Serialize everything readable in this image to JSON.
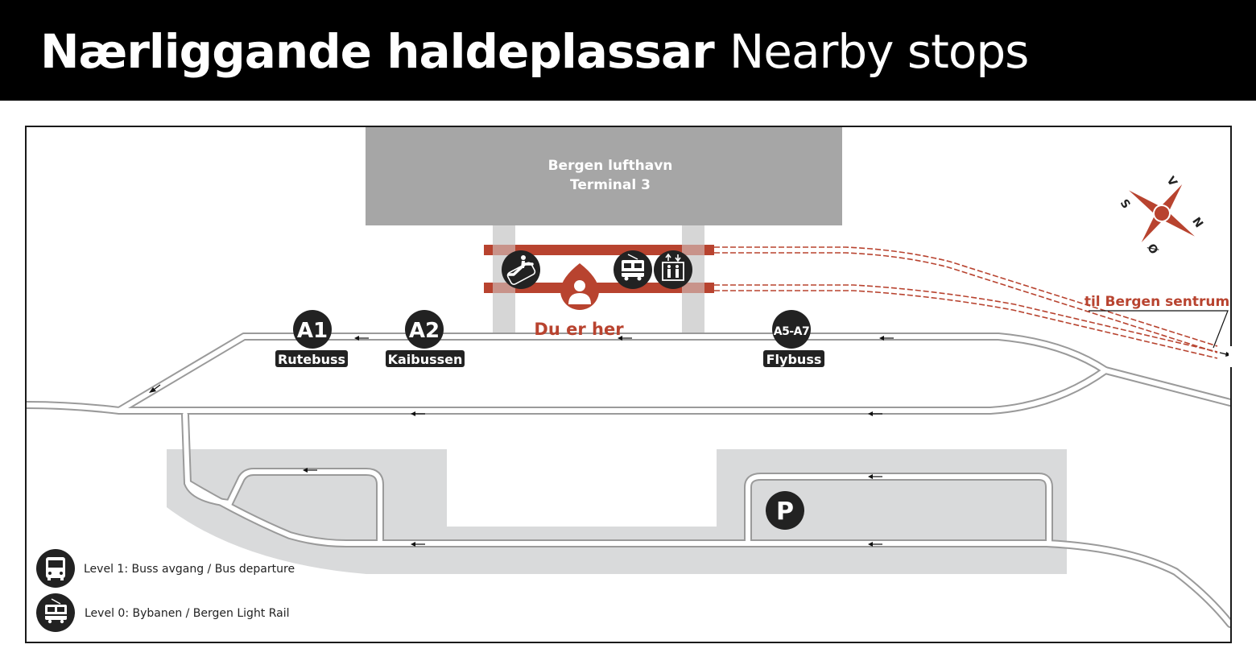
{
  "header": {
    "title_bold": "Nærliggande haldeplassar",
    "title_light": "Nearby stops"
  },
  "terminal": {
    "line1": "Bergen lufthavn",
    "line2": "Terminal 3"
  },
  "you_are_here": "Du er her",
  "to_city": "til Bergen sentrum",
  "stops": [
    {
      "code": "A1",
      "name": "Rutebuss"
    },
    {
      "code": "A2",
      "name": "Kaibussen"
    },
    {
      "code": "A5-A7",
      "name": "Flybuss"
    }
  ],
  "parking": "P",
  "compass": {
    "n": "N",
    "s": "S",
    "e": "Ø",
    "w": "V"
  },
  "legend": [
    {
      "icon": "bus-icon",
      "label": "Level 1: Buss avgang / Bus departure"
    },
    {
      "icon": "tram-icon",
      "label": "Level 0: Bybanen / Bergen Light Rail"
    }
  ],
  "colors": {
    "accent": "#b8432f",
    "dark": "#2b2b2b",
    "building": "#a6a6a6",
    "parking_area": "#d9dadb",
    "pillar": "#d6d6d6",
    "road": "#9a9a9a"
  }
}
